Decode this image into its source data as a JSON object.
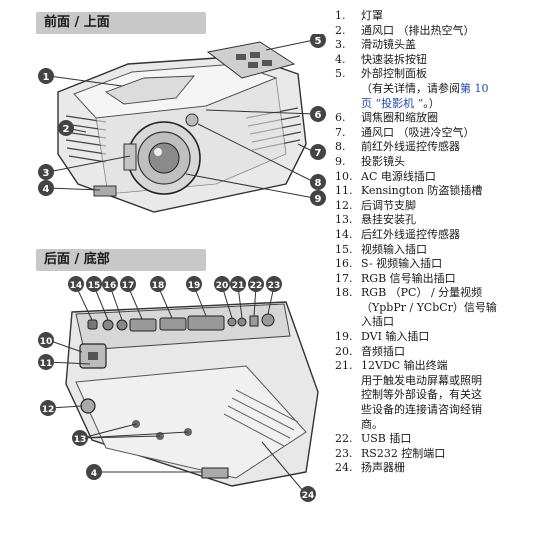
{
  "front_header": "前面 / 上面",
  "rear_header": "后面 / 底部",
  "front_callouts": [
    "1",
    "2",
    "3",
    "4",
    "5",
    "6",
    "7",
    "8",
    "9"
  ],
  "rear_callouts": [
    "14",
    "15",
    "16",
    "17",
    "18",
    "19",
    "20",
    "21",
    "22",
    "23",
    "10",
    "11",
    "12",
    "13",
    "4",
    "24"
  ],
  "legend": [
    {
      "num": "1.",
      "text": "灯罩"
    },
    {
      "num": "2.",
      "text": "通风口 （排出热空气）"
    },
    {
      "num": "3.",
      "text": "滑动镜头盖"
    },
    {
      "num": "4.",
      "text": "快速装拆按钮"
    },
    {
      "num": "5.",
      "text": "外部控制面板"
    },
    {
      "num": "6.",
      "text": "调焦圈和缩放圈"
    },
    {
      "num": "7.",
      "text": "通风口 （吸进冷空气）"
    },
    {
      "num": "8.",
      "text": "前红外线遥控传感器"
    },
    {
      "num": "9.",
      "text": "投影镜头"
    },
    {
      "num": "10.",
      "text": "AC 电源线插口"
    },
    {
      "num": "11.",
      "text": "Kensington 防盗锁插槽"
    },
    {
      "num": "12.",
      "text": "后调节支脚"
    },
    {
      "num": "13.",
      "text": "悬挂安装孔"
    },
    {
      "num": "14.",
      "text": "后红外线遥控传感器"
    },
    {
      "num": "15.",
      "text": "视频输入插口"
    },
    {
      "num": "16.",
      "text": "S- 视频输入插口"
    },
    {
      "num": "17.",
      "text": "RGB 信号输出插口"
    },
    {
      "num": "18.",
      "text": "RGB （PC） / 分量视频"
    },
    {
      "num": "19.",
      "text": "DVI 输入插口"
    },
    {
      "num": "20.",
      "text": "音频插口"
    },
    {
      "num": "21.",
      "text": "12VDC 输出终端"
    },
    {
      "num": "22.",
      "text": "USB 插口"
    },
    {
      "num": "23.",
      "text": "RS232 控制端口"
    },
    {
      "num": "24.",
      "text": "扬声器栅"
    }
  ],
  "legend_notes": {
    "item5_line2a": "（有关详情，请参阅",
    "item5_link": "第 10",
    "item5_line3_link": "页 “投影机 ”",
    "item5_line3_end": "。）",
    "item18_line2": "（YpbPr / YCbCr）信号输",
    "item18_line3": "入插口",
    "item21_line2": "用于触发电动屏幕或照明",
    "item21_line3": "控制等外部设备，有关这",
    "item21_line4": "些设备的连接请咨询经销",
    "item21_line5": "商。"
  }
}
